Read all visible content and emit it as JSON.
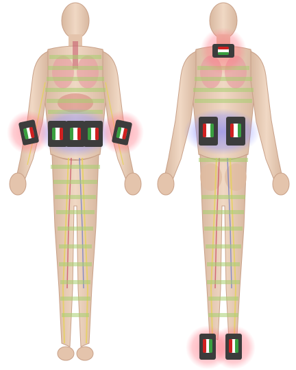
{
  "colors": {
    "skin": "#e8c8b0",
    "skin_shade": "#d4a98c",
    "organ": "#e89aa0",
    "vessel_yellow": "#e6d25a",
    "vessel_red": "#c8405a",
    "vessel_blue": "#6070c8",
    "stripe": "#a8d070",
    "glow_red": "#ff6070",
    "glow_blue": "#6a70ff",
    "pad_body": "#3c3c3c",
    "pad_green": "#3aa040",
    "pad_red": "#d02020",
    "pad_white": "#ffffff"
  },
  "figures": {
    "front": {
      "view": "front",
      "icon": "human-body-front"
    },
    "back": {
      "view": "back",
      "icon": "human-body-back"
    }
  },
  "pads": {
    "front": [
      {
        "id": "left-forearm",
        "glow": "red"
      },
      {
        "id": "abdomen-1",
        "glow": "blue"
      },
      {
        "id": "abdomen-2",
        "glow": "blue"
      },
      {
        "id": "abdomen-3",
        "glow": "blue"
      },
      {
        "id": "right-forearm",
        "glow": "red"
      }
    ],
    "back": [
      {
        "id": "neck",
        "glow": "red"
      },
      {
        "id": "lower-back-left",
        "glow": "blue"
      },
      {
        "id": "lower-back-right",
        "glow": "blue"
      },
      {
        "id": "foot-left",
        "glow": "red"
      },
      {
        "id": "foot-right",
        "glow": "red"
      }
    ]
  }
}
